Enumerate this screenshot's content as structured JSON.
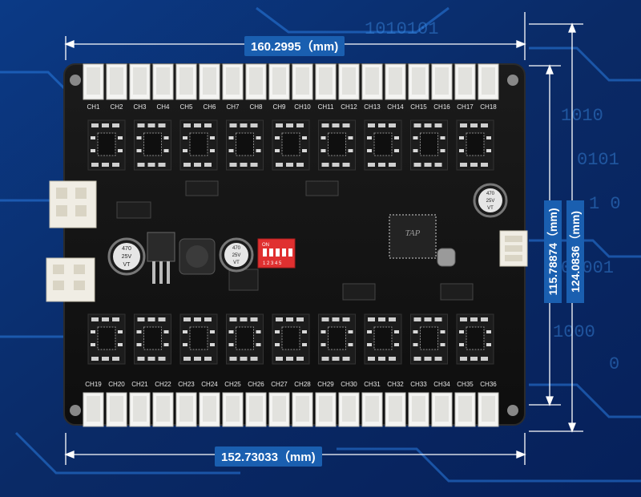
{
  "dimensions": {
    "top_width": "160.2995（mm)",
    "bottom_width": "152.73033（mm)",
    "inner_height": "115.78874（mm)",
    "outer_height": "124.0836（mm)"
  },
  "channels": {
    "top": [
      "CH1",
      "CH2",
      "CH3",
      "CH4",
      "CH5",
      "CH6",
      "CH7",
      "CH8",
      "CH9",
      "CH10",
      "CH11",
      "CH12",
      "CH13",
      "CH14",
      "CH15",
      "CH16",
      "CH17",
      "CH18"
    ],
    "bottom": [
      "CH19",
      "CH20",
      "CH21",
      "CH22",
      "CH23",
      "CH24",
      "CH25",
      "CH26",
      "CH27",
      "CH28",
      "CH29",
      "CH30",
      "CH31",
      "CH32",
      "CH33",
      "CH34",
      "CH35",
      "CH36"
    ]
  },
  "components": {
    "cap_left": [
      "470",
      "25V",
      "VT"
    ],
    "cap_mid": [
      "470",
      "25V",
      "VT"
    ],
    "cap_right": [
      "470",
      "25V",
      "VT"
    ],
    "mcu_mark": "TAP",
    "dip_label": "ON",
    "dip_numbers": "1 2 3 4 5"
  },
  "background_digits": [
    "1010101",
    "1010",
    "0101",
    "1 0",
    "01001",
    "1000",
    "0"
  ],
  "colors": {
    "background": "#0a2a66",
    "board": "#141414",
    "connector": "#f2f2f2",
    "dimension_line": "#ffffff",
    "dip_switch": "#e03030"
  }
}
